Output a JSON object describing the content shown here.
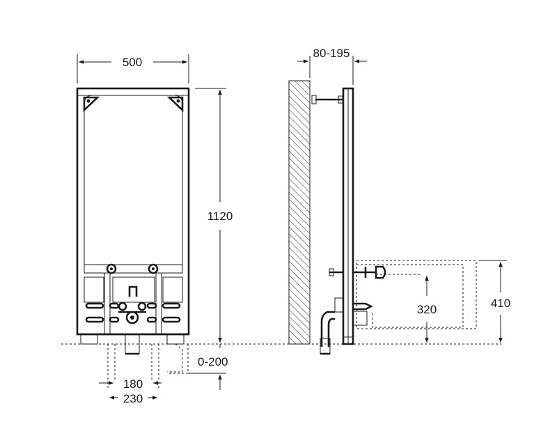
{
  "dimensions": {
    "frame_width": "500",
    "frame_height": "1120",
    "depth_range": "80-195",
    "floor_offset": "0-200",
    "inner_spacing": "180",
    "outer_spacing": "230",
    "outlet_height": "320",
    "bidet_height": "410"
  },
  "colors": {
    "line": "#1a1a1a",
    "background": "#ffffff"
  }
}
